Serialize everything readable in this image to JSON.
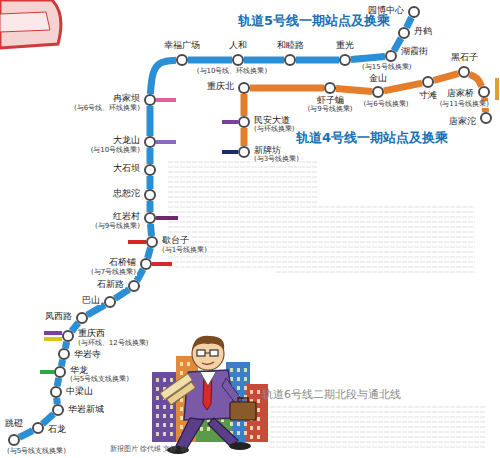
{
  "diagram": {
    "nodes": [
      {
        "text": [
          "园博中心"
        ]
      },
      {
        "text": [
          "丹鹤"
        ]
      },
      {
        "text": [
          "湖霞街",
          "(与15号线换乘)"
        ]
      },
      {
        "text": [
          "重光"
        ]
      },
      {
        "text": [
          "和睦路"
        ]
      },
      {
        "text": [
          "人和"
        ]
      },
      {
        "text": [
          "幸福广场"
        ]
      },
      {
        "text": [
          "冉家坝",
          "(与6号线、环线换乘)"
        ]
      },
      {
        "text": [
          "大龙山",
          "(与10号线换乘)"
        ]
      },
      {
        "text": [
          "大石坝"
        ]
      },
      {
        "text": [
          "忠恕沱"
        ]
      },
      {
        "text": [
          "红岩村",
          "(与9号线换乘)"
        ]
      },
      {
        "text": [
          "歇台子",
          "(与1号线换乘)"
        ]
      },
      {
        "text": [
          "石桥铺",
          "(与7号线换乘)"
        ]
      },
      {
        "text": [
          "石新路"
        ]
      },
      {
        "text": [
          "巴山"
        ]
      },
      {
        "text": [
          "凤西路"
        ]
      },
      {
        "text": [
          "重庆西",
          "(与环线、12号线换乘)"
        ]
      },
      {
        "text": [
          "华岩寺"
        ]
      },
      {
        "text": [
          "华龙",
          "(与5号线支线换乘)"
        ]
      },
      {
        "text": [
          "中梁山"
        ]
      },
      {
        "text": [
          "华岩新城"
        ]
      },
      {
        "text": [
          "石龙"
        ]
      },
      {
        "text": [
          "跳磴",
          "(与5号线支线换乘)"
        ]
      },
      {
        "text": [
          "重庆北",
          "(与10号线、环线换乘)"
        ]
      },
      {
        "text": [
          "民安大道",
          "(与环线换乘)"
        ]
      },
      {
        "text": [
          "新牌坊",
          "(与3号线换乘)"
        ]
      },
      {
        "text": [
          "虾子蝙",
          "(与9号线换乘)"
        ]
      },
      {
        "text": [
          "金山",
          "(与6号线换乘)"
        ]
      },
      {
        "text": [
          "寸滩"
        ]
      },
      {
        "text": [
          "黑石子"
        ]
      },
      {
        "text": [
          "唐家桥",
          "(与11号线换乘)"
        ]
      },
      {
        "text": [
          "唐家沱"
        ]
      }
    ],
    "edges": [
      {
        "from": 0,
        "to": 1,
        "arrow": "none"
      },
      {
        "from": 1,
        "to": 2,
        "arrow": "none"
      },
      {
        "from": 2,
        "to": 3,
        "arrow": "none"
      },
      {
        "from": 3,
        "to": 4,
        "arrow": "none"
      },
      {
        "from": 4,
        "to": 5,
        "arrow": "none"
      },
      {
        "from": 5,
        "to": 6,
        "arrow": "none"
      },
      {
        "from": 6,
        "to": 7,
        "arrow": "none"
      },
      {
        "from": 7,
        "to": 8,
        "arrow": "none"
      },
      {
        "from": 8,
        "to": 9,
        "arrow": "none"
      },
      {
        "from": 9,
        "to": 10,
        "arrow": "none"
      },
      {
        "from": 10,
        "to": 11,
        "arrow": "none"
      },
      {
        "from": 11,
        "to": 12,
        "arrow": "none"
      },
      {
        "from": 12,
        "to": 13,
        "arrow": "none"
      },
      {
        "from": 13,
        "to": 14,
        "arrow": "none"
      },
      {
        "from": 14,
        "to": 15,
        "arrow": "none"
      },
      {
        "from": 15,
        "to": 16,
        "arrow": "none"
      },
      {
        "from": 16,
        "to": 17,
        "arrow": "none"
      },
      {
        "from": 17,
        "to": 18,
        "arrow": "none"
      },
      {
        "from": 18,
        "to": 19,
        "arrow": "none"
      },
      {
        "from": 19,
        "to": 20,
        "arrow": "none"
      },
      {
        "from": 20,
        "to": 21,
        "arrow": "none"
      },
      {
        "from": 21,
        "to": 22,
        "arrow": "none"
      },
      {
        "from": 22,
        "to": 23,
        "arrow": "none"
      },
      {
        "from": 24,
        "to": 25,
        "arrow": "none"
      },
      {
        "from": 25,
        "to": 26,
        "arrow": "none"
      },
      {
        "from": 24,
        "to": 27,
        "arrow": "none"
      },
      {
        "from": 27,
        "to": 28,
        "arrow": "none"
      },
      {
        "from": 28,
        "to": 29,
        "arrow": "none"
      },
      {
        "from": 29,
        "to": 30,
        "arrow": "none"
      },
      {
        "from": 30,
        "to": 31,
        "arrow": "none"
      },
      {
        "from": 31,
        "to": 32,
        "arrow": "none"
      }
    ],
    "labels": [
      "轨道5号线一期站点及换乘",
      "轨道4号线一期站点及换乘",
      "轨道6号线二期北段与通北线",
      "新报图片 徐代维 文静 制"
    ]
  }
}
